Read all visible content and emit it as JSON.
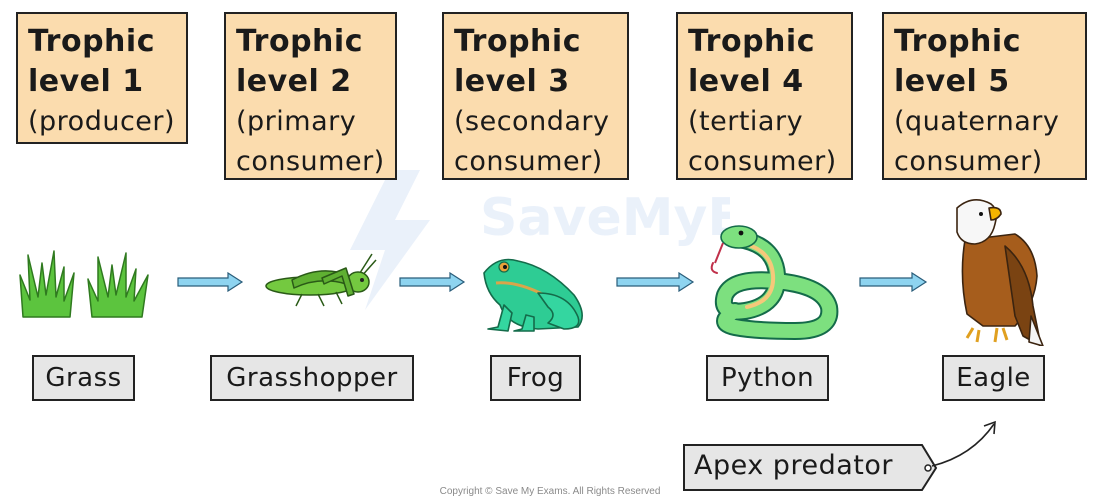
{
  "levels": [
    {
      "title": "Trophic\nlevel 1",
      "role": "(producer)"
    },
    {
      "title": "Trophic\nlevel 2",
      "role": "(primary\nconsumer)"
    },
    {
      "title": "Trophic\nlevel 3",
      "role": "(secondary\nconsumer)"
    },
    {
      "title": "Trophic\nlevel 4",
      "role": "(tertiary\nconsumer)"
    },
    {
      "title": "Trophic\nlevel 5",
      "role": "(quaternary\nconsumer)"
    }
  ],
  "organisms": [
    {
      "name": "Grass",
      "icon": "grass-icon"
    },
    {
      "name": "Grasshopper",
      "icon": "grasshopper-icon"
    },
    {
      "name": "Frog",
      "icon": "frog-icon"
    },
    {
      "name": "Python",
      "icon": "python-icon"
    },
    {
      "name": "Eagle",
      "icon": "eagle-icon"
    }
  ],
  "apex_label": "Apex predator",
  "copyright": "Copyright © Save My Exams. All Rights Reserved",
  "watermark": "SaveMyExams",
  "colors": {
    "level_box_fill": "#fbdcae",
    "label_box_fill": "#e6e6e6",
    "arrow_fill": "#8ed4f0",
    "grass": "#5cc43e",
    "grasshopper": "#74c940",
    "frog": "#2ecc94",
    "python": "#7de07f",
    "python_belly": "#f5c87a",
    "eagle_body": "#a65d1c"
  }
}
